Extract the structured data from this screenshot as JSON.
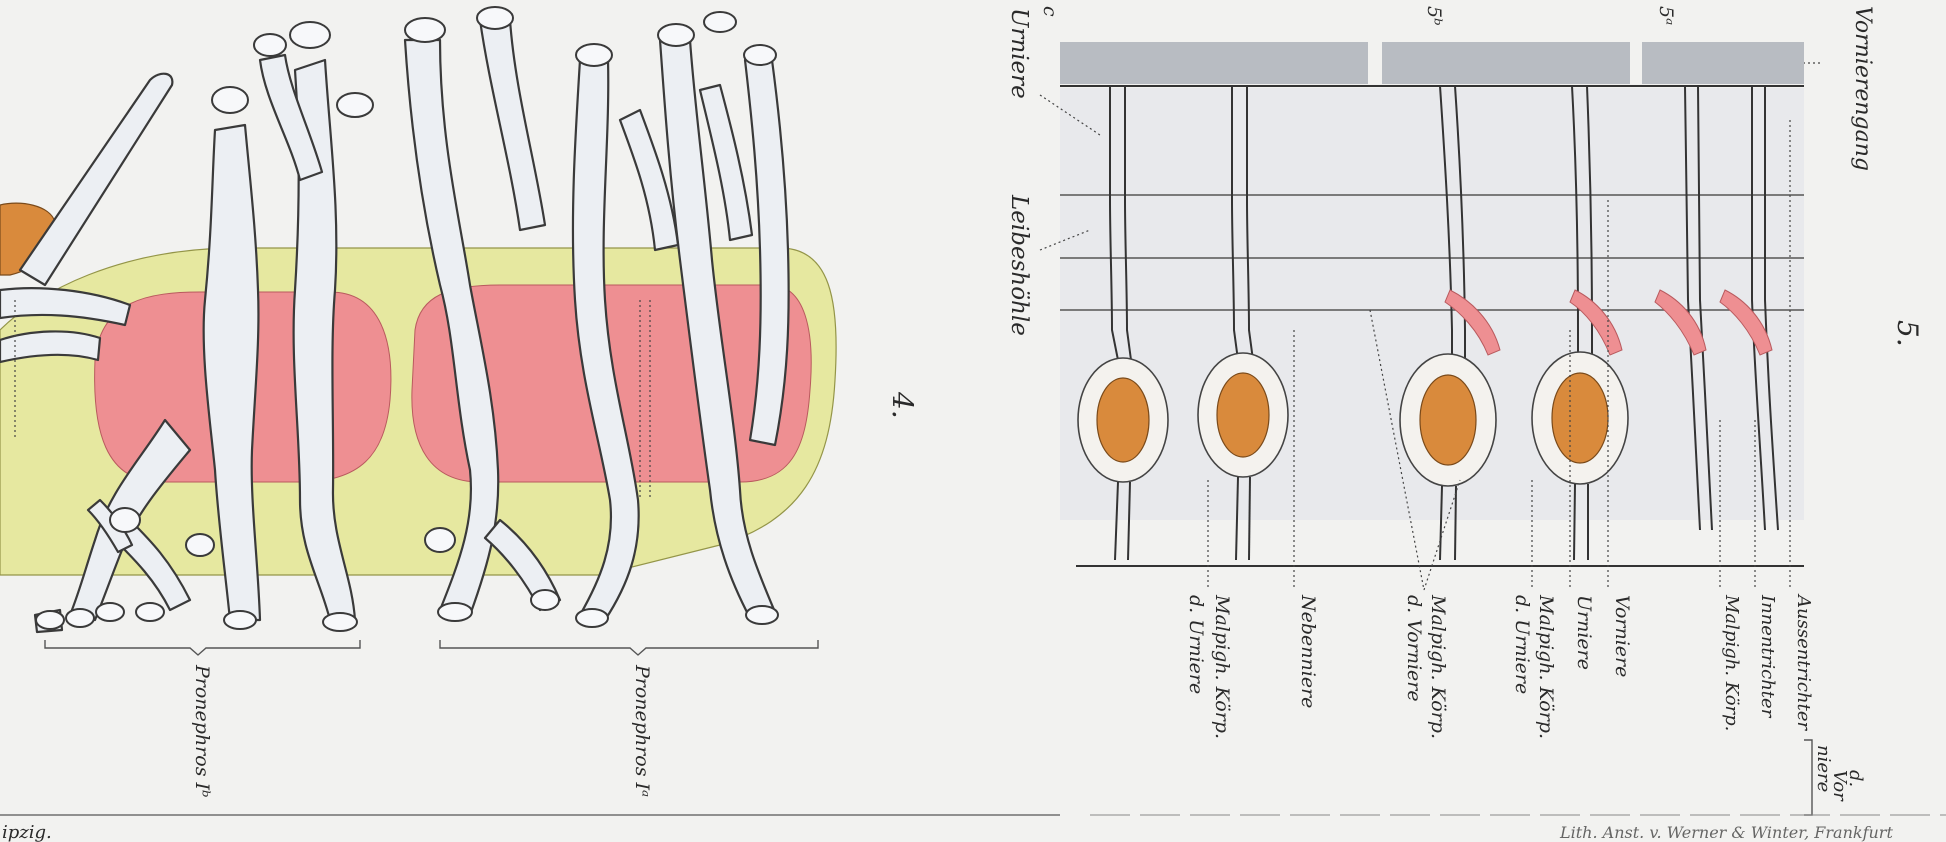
{
  "figure4": {
    "number": "4.",
    "labels": {
      "pronephros_b": "Pronephros Iᵇ",
      "pronephros_a": "Pronephros Iᵃ"
    }
  },
  "figure5": {
    "number": "5.",
    "top_labels": {
      "c": "c",
      "b": "5ᵇ",
      "a": "5ᵃ",
      "vornierengang": "Vornierengang"
    },
    "left_labels": {
      "urniere": "Urniere",
      "leibeshoehle": "Leibeshöhle"
    },
    "bottom_labels": {
      "malpigh_urniere": [
        "Malpigh. Körp.",
        "d. Urniere"
      ],
      "nebenniere": "Nebenniere",
      "malpigh_vorniere": [
        "Malpigh. Körp.",
        "d. Vorniere"
      ],
      "malpigh_urniere_2": [
        "Malpigh. Körp.",
        "d. Urniere"
      ],
      "urniere": "Urniere",
      "vorniere": "Vorniere",
      "aussentrichter": "Aussentrichter",
      "innentrichter": "Innentrichter",
      "malpigh_koerp": "Malpigh. Körp.",
      "d_vorniere_d": "d.",
      "d_vorniere_vor": "Vor",
      "d_vorniere_niere": "niere"
    }
  },
  "footer": {
    "left": "ipzig.",
    "right": "Lith. Anst. v. Werner & Winter, Frankfurt"
  },
  "colors": {
    "background": "#f2f2f0",
    "yellow_tissue": "#e6e89c",
    "pink_tissue": "#ee8f92",
    "orange_glomerulus": "#d98a3c",
    "grey_band": "#b8bcc2"
  }
}
